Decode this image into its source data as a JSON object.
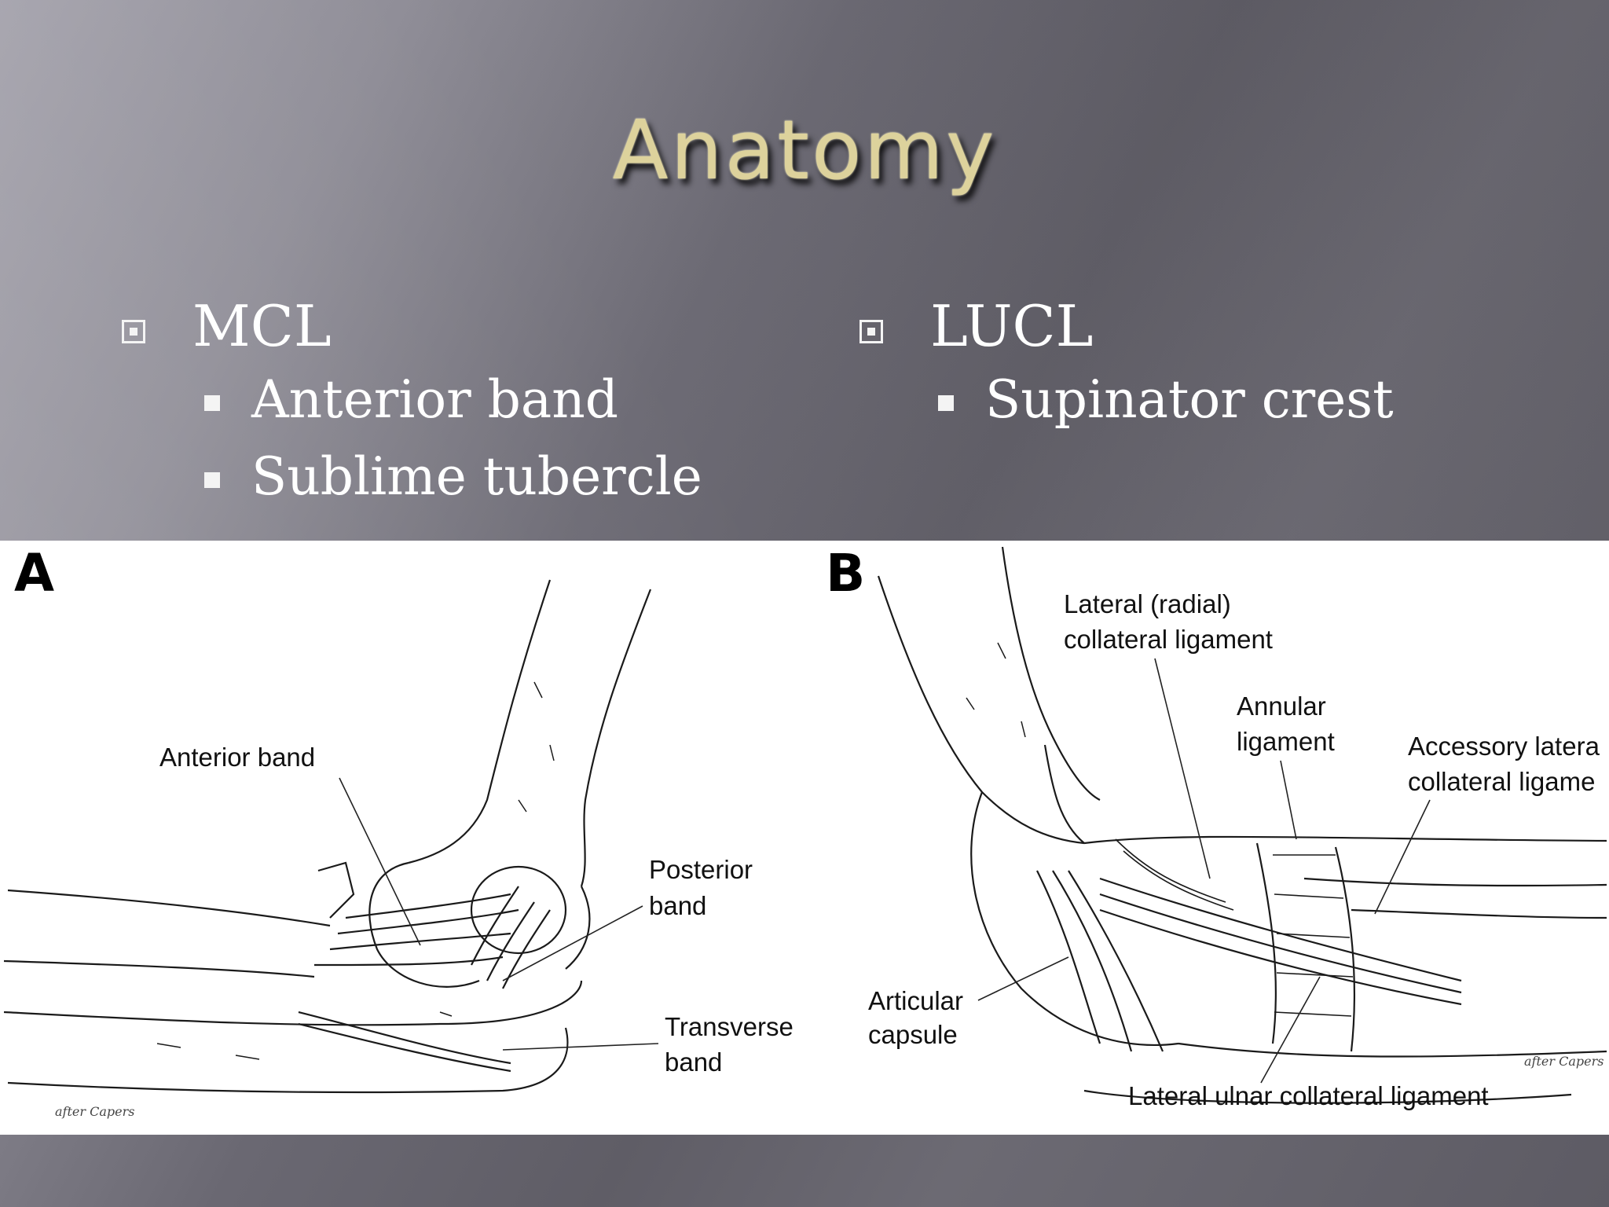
{
  "slide": {
    "title": "Anatomy",
    "left_column": {
      "heading": "MCL",
      "items": [
        "Anterior band",
        "Sublime tubercle"
      ]
    },
    "right_column": {
      "heading": "LUCL",
      "items": [
        "Supinator crest"
      ]
    }
  },
  "figure": {
    "panel_a": {
      "letter": "A",
      "labels": {
        "anterior_band": "Anterior band",
        "posterior_band_1": "Posterior",
        "posterior_band_2": "band",
        "transverse_band_1": "Transverse",
        "transverse_band_2": "band"
      },
      "signature": "after Capers"
    },
    "panel_b": {
      "letter": "B",
      "labels": {
        "lateral_1": "Lateral (radial)",
        "lateral_2": "collateral ligament",
        "annular_1": "Annular",
        "annular_2": "ligament",
        "accessory_1": "Accessory latera",
        "accessory_2": "collateral ligame",
        "articular_1": "Articular",
        "articular_2": "capsule",
        "lucl": "Lateral ulnar collateral ligament"
      },
      "signature": "after Capers"
    }
  }
}
